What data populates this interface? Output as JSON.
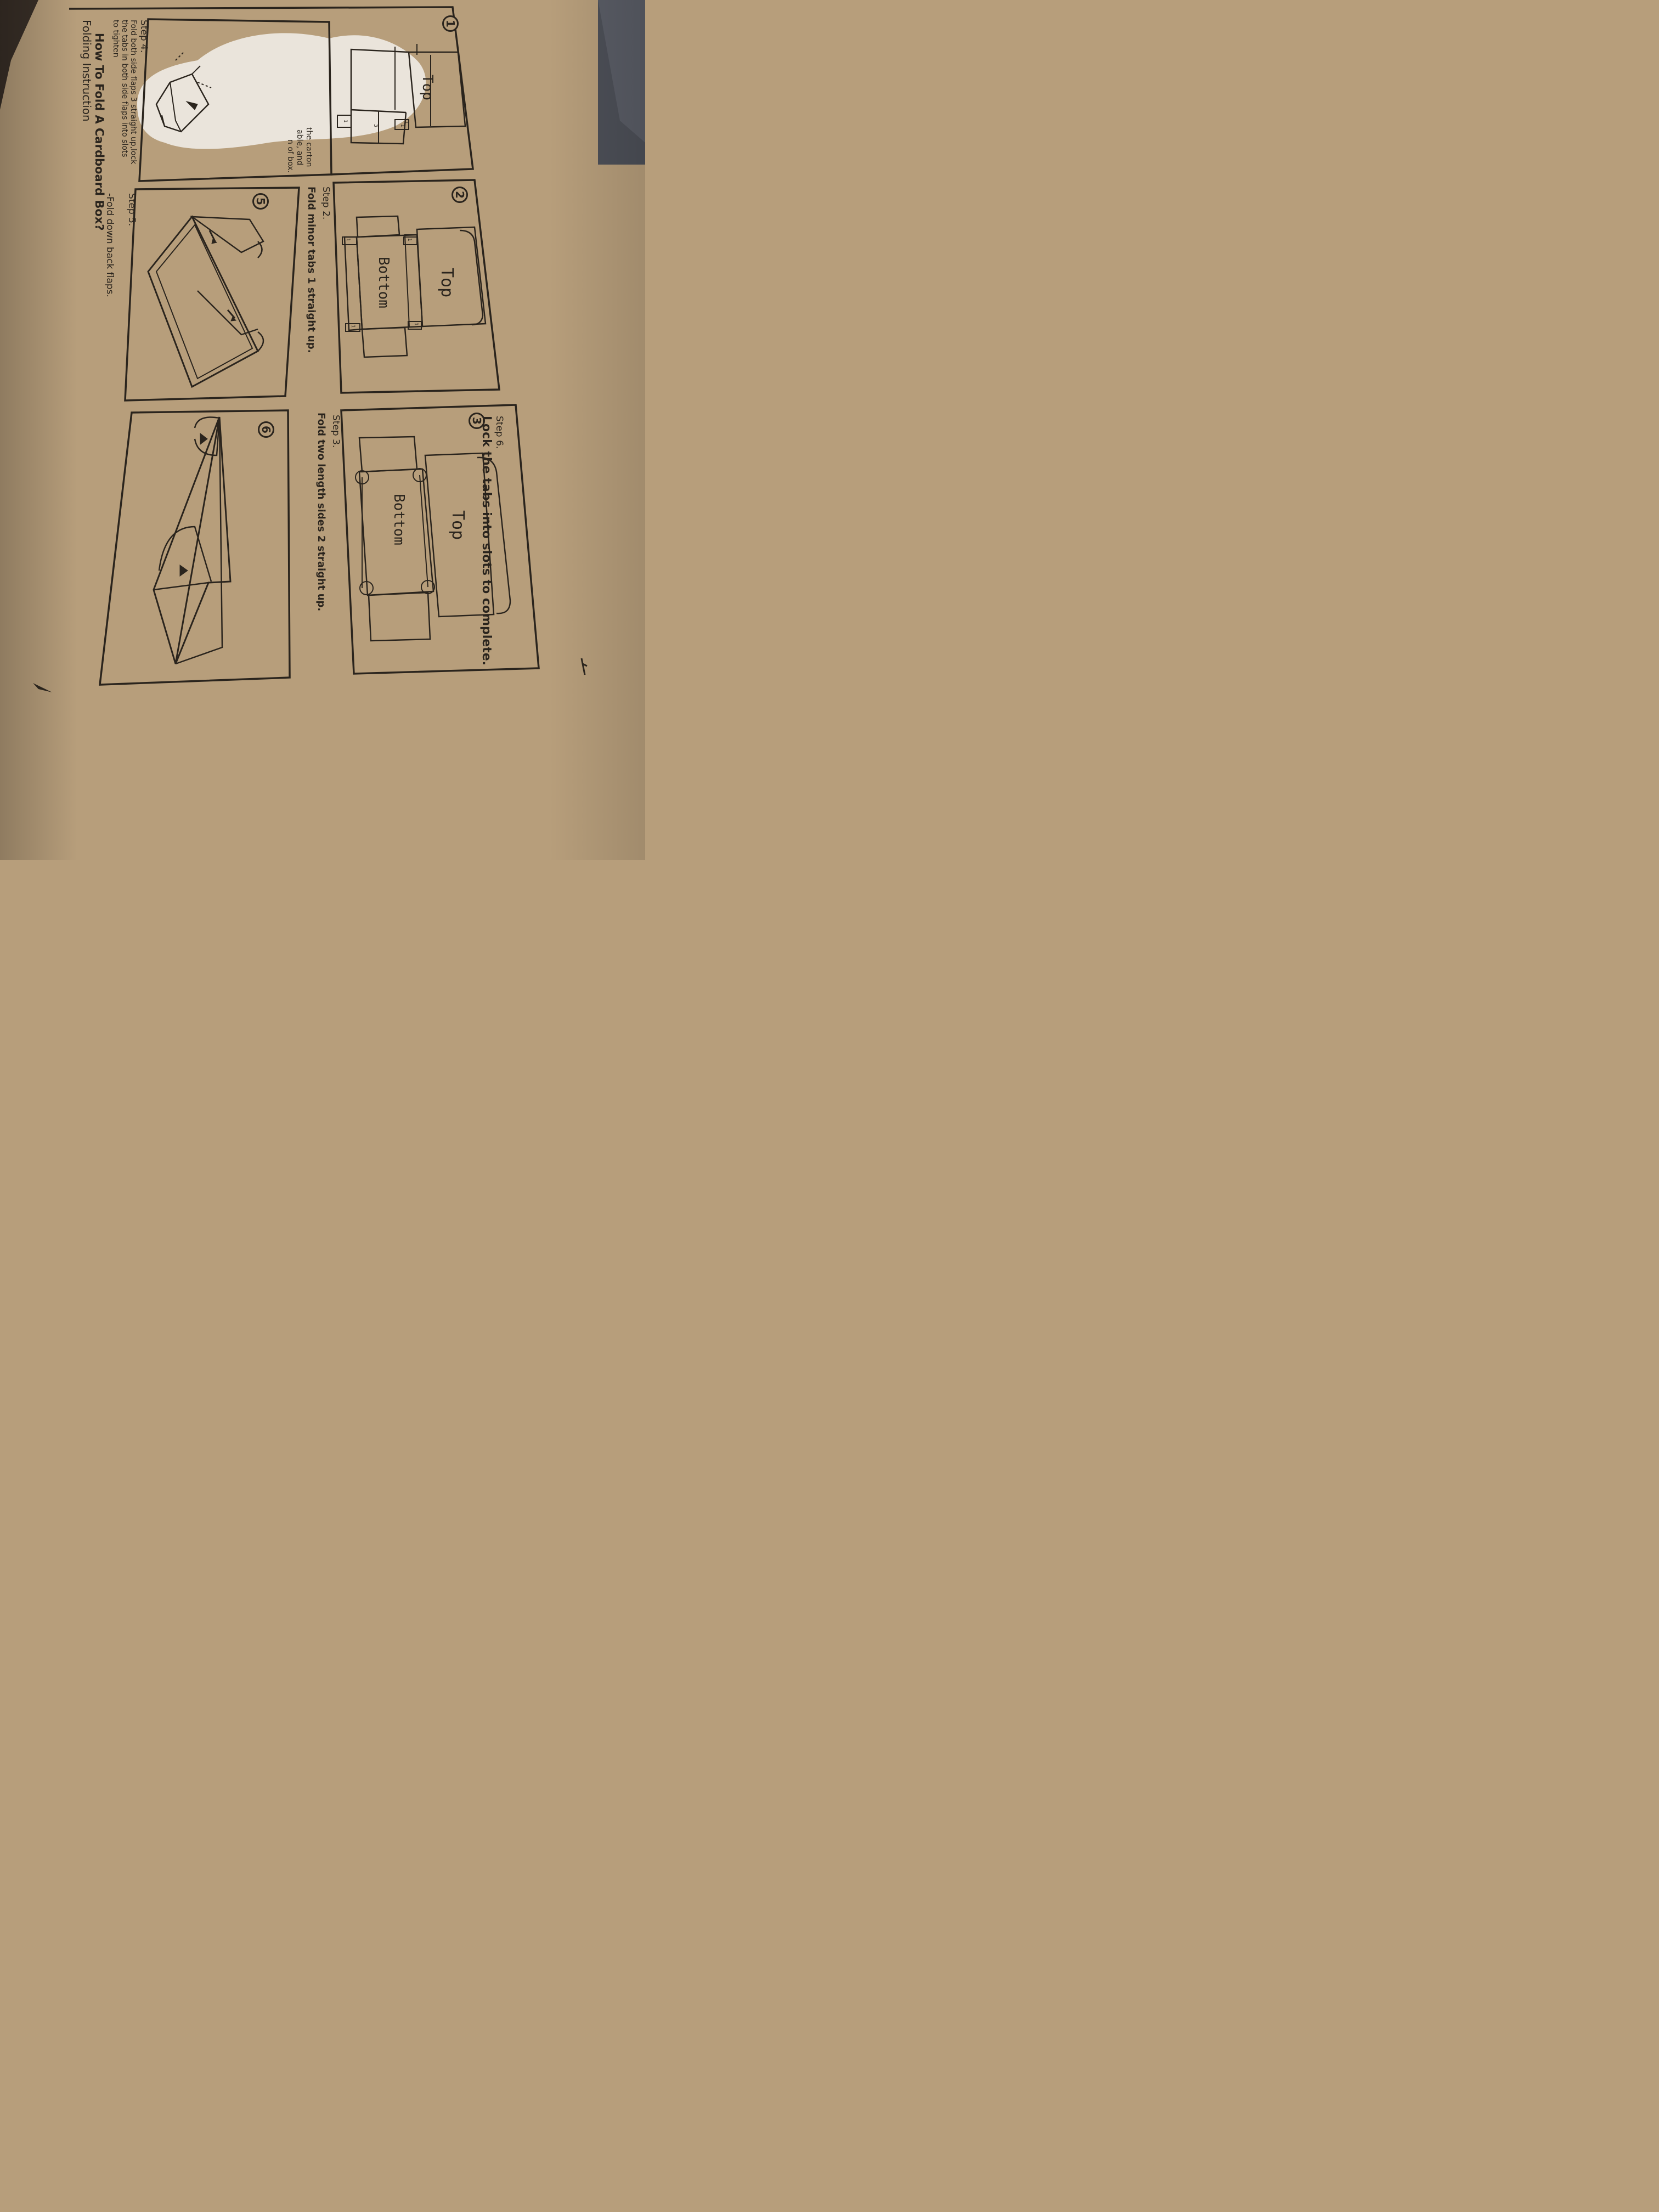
{
  "header": {
    "title": "How To Fold A Cardboard Box?",
    "subtitle": "Folding Instruction"
  },
  "steps": [
    {
      "number": "1",
      "top_label": "Top",
      "tab_labels": [
        "1",
        "1",
        "3",
        "1"
      ]
    },
    {
      "number": "2",
      "label": "Step 2.",
      "text": "Fold minor tabs 1 straight up.",
      "top_label": "Top",
      "bottom_label": "Bottom",
      "tab_labels": [
        "1",
        "1",
        "1",
        "1"
      ]
    },
    {
      "number": "3",
      "label": "Step 3.",
      "text": "Fold two length sides 2 straight up.",
      "top_label": "Top",
      "bottom_label": "Bottom"
    },
    {
      "number": "",
      "label": "Step 4.",
      "text_lines": [
        "Fold both side flaps 3 straight up,lock",
        "the tabs in both side flaps into slots",
        "to tighten"
      ]
    },
    {
      "number": "5",
      "label": "Step 5.",
      "text": "-Fold down back flaps."
    },
    {
      "number": "6",
      "label": "Step 6.",
      "text": "Lock the tabs into slots to complete."
    }
  ],
  "partial_text_lines": [
    "the carton",
    "able, and",
    "n of box."
  ],
  "colors": {
    "cardboard": "#b79e7b",
    "ink": "#2a241d",
    "tape": "#e8e4dc"
  }
}
